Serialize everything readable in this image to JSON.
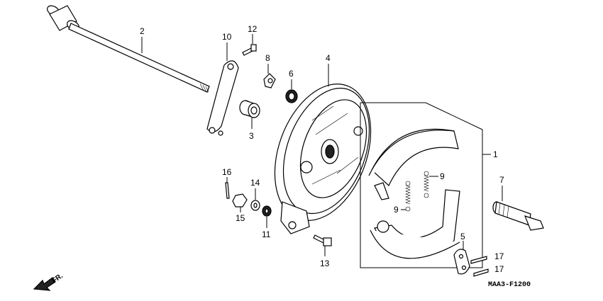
{
  "diagram": {
    "callouts": [
      {
        "id": "c2",
        "label": "2"
      },
      {
        "id": "c10",
        "label": "10"
      },
      {
        "id": "c12",
        "label": "12"
      },
      {
        "id": "c8",
        "label": "8"
      },
      {
        "id": "c4",
        "label": "4"
      },
      {
        "id": "c6",
        "label": "6"
      },
      {
        "id": "c3",
        "label": "3"
      },
      {
        "id": "c1",
        "label": "1"
      },
      {
        "id": "c9a",
        "label": "9"
      },
      {
        "id": "c9b",
        "label": "9"
      },
      {
        "id": "c7",
        "label": "7"
      },
      {
        "id": "c16",
        "label": "16"
      },
      {
        "id": "c14",
        "label": "14"
      },
      {
        "id": "c15",
        "label": "15"
      },
      {
        "id": "c11",
        "label": "11"
      },
      {
        "id": "c13",
        "label": "13"
      },
      {
        "id": "c5",
        "label": "5"
      },
      {
        "id": "c17a",
        "label": "17"
      },
      {
        "id": "c17b",
        "label": "17"
      }
    ],
    "direction_label": "FR.",
    "diagram_code": "MAA3-F1200"
  }
}
